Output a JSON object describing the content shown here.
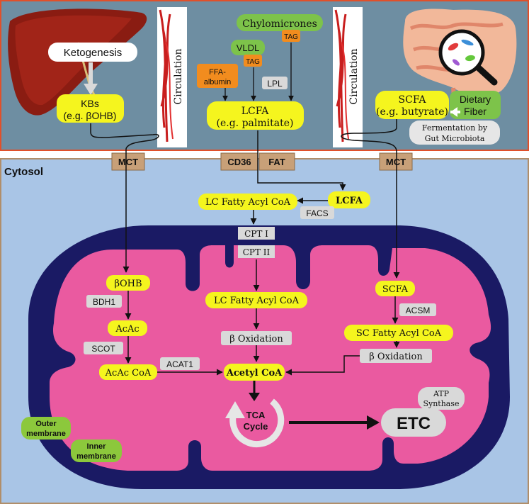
{
  "blood": {
    "ketogenesis": "Ketogenesis",
    "kbs_line1": "KBs",
    "kbs_line2": "(e.g. βOHB)",
    "circulation_left": "Circulation",
    "circulation_right": "Circulation",
    "chylomicrones": "Chylomicrones",
    "tag_chylo": "TAG",
    "vldl": "VLDL",
    "tag_vldl": "TAG",
    "ffa_line1": "FFA-",
    "ffa_line2": "albumin",
    "lpl": "LPL",
    "lcfa_line1": "LCFA",
    "lcfa_line2": "(e.g. palmitate)",
    "scfa_line1": "SCFA",
    "scfa_line2": "(e.g. butyrate)",
    "fiber_line1": "Dietary",
    "fiber_line2": "Fiber",
    "ferm_line1": "Fermentation by",
    "ferm_line2": "Gut Microbiota"
  },
  "membrane": {
    "mct_left": "MCT",
    "cd36": "CD36",
    "fat": "FAT",
    "mct_right": "MCT"
  },
  "cytosol": {
    "label": "Cytosol",
    "lcfa": "LCFA",
    "lc_acyl_coa": "LC Fatty Acyl CoA",
    "facs": "FACS",
    "cpt1": "CPT I",
    "cpt2": "CPT II"
  },
  "mito": {
    "bohb": "βOHB",
    "bdh1": "BDH1",
    "acac": "AcAc",
    "scot": "SCOT",
    "acac_coa": "AcAc CoA",
    "acat1": "ACAT1",
    "lc_acyl_coa": "LC Fatty Acyl CoA",
    "beta_ox_mid": "β Oxidation",
    "acetyl_coa": "Acetyl CoA",
    "scfa": "SCFA",
    "acsm": "ACSM",
    "sc_acyl_coa": "SC Fatty Acyl CoA",
    "beta_ox_right": "β Oxidation",
    "tca_line1": "TCA",
    "tca_line2": "Cycle",
    "atp_line1": "ATP",
    "atp_line2": "Synthase",
    "etc": "ETC",
    "outer_line1": "Outer",
    "outer_line2": "membrane",
    "inner_line1": "Inner",
    "inner_line2": "membrane"
  },
  "colors": {
    "blood_bg": "#6e8ea2",
    "cytosol_bg": "#a9c5e6",
    "mito_outer": "#1a1a64",
    "mito_matrix": "#ea5aa0",
    "yellow": "#f5f51e",
    "green": "#7dc34a",
    "orange": "#f28c1e",
    "gray": "#d9d9d9",
    "tan": "#c8a078"
  }
}
